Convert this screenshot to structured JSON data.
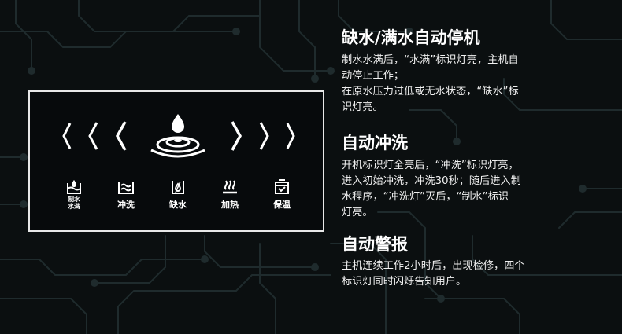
{
  "colors": {
    "background": "#0b0f10",
    "circuit": "#1e2a2c",
    "panel_border": "#e8e8e8",
    "text": "#ffffff"
  },
  "panel": {
    "chevron_left_icon": "chevron-left-icon",
    "chevron_right_icon": "chevron-right-icon",
    "center_icon": "water-drop-ripple-icon",
    "indicators": [
      {
        "label_line1": "制水",
        "label_line2": "水满",
        "icon": "water-tank-icon"
      },
      {
        "label": "冲洗",
        "icon": "flush-icon"
      },
      {
        "label": "缺水",
        "icon": "low-water-icon"
      },
      {
        "label": "加热",
        "icon": "heating-icon"
      },
      {
        "label": "保温",
        "icon": "keep-warm-icon"
      }
    ]
  },
  "sections": [
    {
      "title": "缺水/满水自动停机",
      "lines": [
        "制水水满后，“水满”标识灯亮，主机自",
        "动停止工作；",
        "在原水压力过低或无水状态，“缺水”标",
        "识灯亮。"
      ]
    },
    {
      "title": "自动冲洗",
      "lines": [
        "开机标识灯全亮后，“冲洗”标识灯亮，",
        "进入初始冲洗，冲洗30秒；随后进入制",
        "水程序，“冲洗灯”灭后，“制水”标识",
        "灯亮。"
      ]
    },
    {
      "title": "自动警报",
      "lines": [
        "主机连续工作2小时后，出现检修，四个",
        "标识灯同时闪烁告知用户。"
      ]
    }
  ]
}
